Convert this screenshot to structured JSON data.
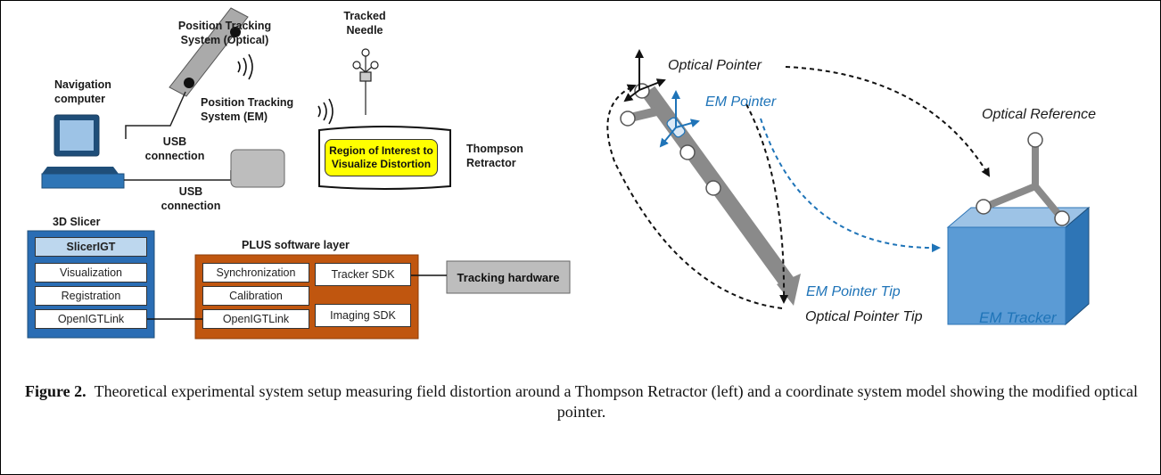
{
  "left": {
    "labels": {
      "optical_system": "Position Tracking\nSystem (Optical)",
      "tracked_needle": "Tracked\nNeedle",
      "nav_computer": "Navigation\ncomputer",
      "em_system": "Position Tracking\nSystem (EM)",
      "usb1": "USB\nconnection",
      "usb2": "USB\nconnection",
      "thompson": "Thompson\nRetractor",
      "roi": "Region of Interest to\nVisualize Distortion",
      "slicer": "3D Slicer",
      "plus": "PLUS software layer"
    },
    "slicer_modules": [
      "SlicerIGT",
      "Visualization",
      "Registration",
      "OpenIGTLink"
    ],
    "plus_modules": {
      "synchronization": "Synchronization",
      "calibration": "Calibration",
      "openigtlink": "OpenIGTLink",
      "tracker_sdk": "Tracker SDK",
      "imaging_sdk": "Imaging SDK"
    },
    "tracking_hardware": "Tracking hardware"
  },
  "right": {
    "optical_pointer": "Optical Pointer",
    "em_pointer": "EM  Pointer",
    "optical_reference": "Optical Reference",
    "em_pointer_tip": "EM  Pointer Tip",
    "optical_pointer_tip": "Optical Pointer Tip",
    "em_tracker": "EM  Tracker"
  },
  "caption": {
    "label": "Figure 2.",
    "text": "Theoretical experimental system setup measuring field distortion around a Thompson Retractor (left) and a coordinate system model showing the modified optical pointer."
  },
  "colors": {
    "slicer_blue": "#2a6db4",
    "plus_orange": "#c0560f",
    "roi_yellow": "#ffff00",
    "em_blue": "#1f74b8",
    "tracker_blue": "#5b9bd5",
    "pointer_gray": "#8a8a8a"
  }
}
